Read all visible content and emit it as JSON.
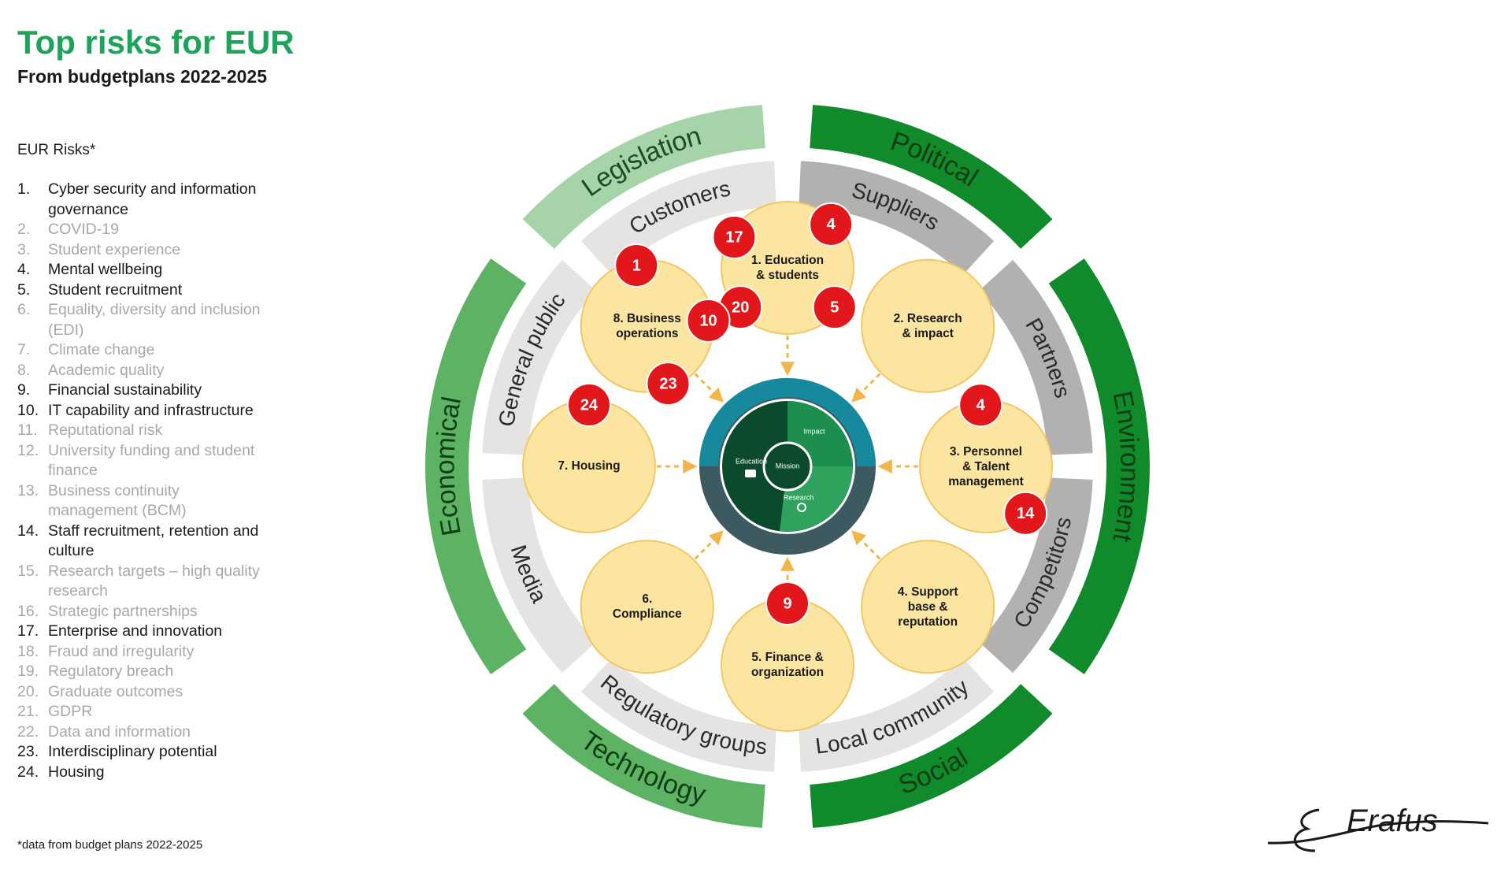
{
  "header": {
    "title": "Top risks for EUR",
    "subtitle": "From budgetplans 2022-2025"
  },
  "risk_list": {
    "heading": "EUR Risks*",
    "items": [
      {
        "num": "1.",
        "label": "Cyber security and information governance",
        "highlighted": true
      },
      {
        "num": "2.",
        "label": "COVID-19",
        "highlighted": false
      },
      {
        "num": "3.",
        "label": "Student experience",
        "highlighted": false
      },
      {
        "num": "4.",
        "label": "Mental wellbeing",
        "highlighted": true
      },
      {
        "num": "5.",
        "label": "Student recruitment",
        "highlighted": true
      },
      {
        "num": "6.",
        "label": "Equality, diversity and inclusion (EDI)",
        "highlighted": false
      },
      {
        "num": "7.",
        "label": "Climate change",
        "highlighted": false
      },
      {
        "num": "8.",
        "label": "Academic quality",
        "highlighted": false
      },
      {
        "num": "9.",
        "label": "Financial sustainability",
        "highlighted": true
      },
      {
        "num": "10.",
        "label": "IT capability and infrastructure",
        "highlighted": true
      },
      {
        "num": "11.",
        "label": "Reputational risk",
        "highlighted": false
      },
      {
        "num": "12.",
        "label": "University funding and student finance",
        "highlighted": false
      },
      {
        "num": "13.",
        "label": "Business continuity management (BCM)",
        "highlighted": false
      },
      {
        "num": "14.",
        "label": "Staff recruitment, retention and culture",
        "highlighted": true
      },
      {
        "num": "15.",
        "label": "Research targets – high quality research",
        "highlighted": false
      },
      {
        "num": "16.",
        "label": "Strategic partnerships",
        "highlighted": false
      },
      {
        "num": "17.",
        "label": "Enterprise and innovation",
        "highlighted": true
      },
      {
        "num": "18.",
        "label": "Fraud and irregularity",
        "highlighted": false
      },
      {
        "num": "19.",
        "label": "Regulatory breach",
        "highlighted": false
      },
      {
        "num": "20.",
        "label": "Graduate outcomes",
        "highlighted": false
      },
      {
        "num": "21.",
        "label": "GDPR",
        "highlighted": false
      },
      {
        "num": "22.",
        "label": "Data and information",
        "highlighted": false
      },
      {
        "num": "23.",
        "label": "Interdisciplinary potential",
        "highlighted": true
      },
      {
        "num": "24.",
        "label": "Housing",
        "highlighted": true
      }
    ]
  },
  "footnote": "*data from budget plans 2022-2025",
  "outer_ring": [
    "Legislation",
    "Political",
    "Environment",
    "Social",
    "Technology",
    "Economical"
  ],
  "middle_ring": [
    "Customers",
    "Suppliers",
    "Partners",
    "Competitors",
    "Local community",
    "Regulatory groups",
    "Media",
    "General public"
  ],
  "domains": [
    {
      "label": "1. Education & students",
      "risks": [
        "17",
        "4",
        "20",
        "5"
      ]
    },
    {
      "label": "2. Research & impact",
      "risks": []
    },
    {
      "label": "3. Personnel & Talent management",
      "risks": [
        "4",
        "14"
      ]
    },
    {
      "label": "4. Support base & reputation",
      "risks": []
    },
    {
      "label": "5. Finance & organization",
      "risks": [
        "9"
      ]
    },
    {
      "label": "6. Compliance",
      "risks": []
    },
    {
      "label": "7. Housing",
      "risks": [
        "24"
      ]
    },
    {
      "label": "8. Business operations",
      "risks": [
        "1",
        "10",
        "23"
      ]
    }
  ],
  "center": {
    "mission_label": "Mission",
    "segments": [
      "Education",
      "Impact",
      "Research"
    ]
  },
  "colors": {
    "title_green": "#1fa35a",
    "light_green": "#a6d3a8",
    "mid_green": "#5db363",
    "dark_green": "#118a2c",
    "darker_green": "#0e7f27",
    "grey_dark": "#b2b1b0",
    "grey_light": "#e5e4e3",
    "circle_fill": "#fbe5a0",
    "circle_stroke": "#f3c766",
    "badge_red": "#e2171b",
    "arrow": "#f2b54a",
    "teal": "#17899f",
    "slate": "#3d5a60"
  },
  "logo_text": "Erafus"
}
